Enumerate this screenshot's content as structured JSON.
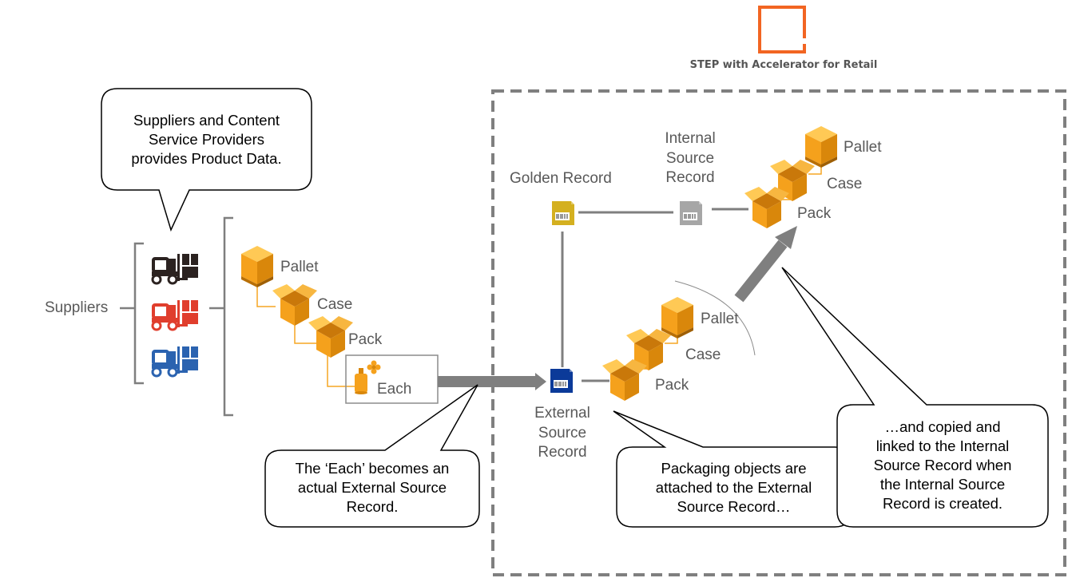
{
  "brand": {
    "caption": "STEP with Accelerator for Retail",
    "accent": "#f26522"
  },
  "suppliers": {
    "label": "Suppliers",
    "forklift_colors": [
      "#2b2220",
      "#e03e2d",
      "#2b63b0"
    ]
  },
  "supplier_hierarchy": {
    "pallet": "Pallet",
    "case": "Case",
    "pack": "Pack",
    "each": "Each"
  },
  "external_packaging": {
    "pallet": "Pallet",
    "case": "Case",
    "pack": "Pack"
  },
  "internal_packaging": {
    "pallet": "Pallet",
    "case": "Case",
    "pack": "Pack"
  },
  "records": {
    "golden": {
      "line1": "Golden Record",
      "color": "#d4b020"
    },
    "internal": {
      "line1": "Internal",
      "line2": "Source",
      "line3": "Record",
      "color": "#a6a6a6"
    },
    "external": {
      "line1": "External",
      "line2": "Source",
      "line3": "Record",
      "color": "#0b3a99"
    }
  },
  "callouts": {
    "suppliers": {
      "line1": "Suppliers and Content",
      "line2": "Service Providers",
      "line3": "provides Product Data."
    },
    "each": {
      "line1": "The ‘Each’ becomes an",
      "line2": "actual External Source",
      "line3": "Record."
    },
    "packaging": {
      "line1": "Packaging objects are",
      "line2": "attached to the External",
      "line3": "Source Record…"
    },
    "copied": {
      "line1": "…and copied and",
      "line2": "linked to the Internal",
      "line3": "Source Record when",
      "line4": "the Internal Source",
      "line5": "Record is created."
    }
  },
  "colors": {
    "box_orange": "#f5a11c",
    "box_dark": "#d98a0e",
    "connector": "#f5a623",
    "arrow": "#7f7f7f",
    "text": "#595959"
  }
}
